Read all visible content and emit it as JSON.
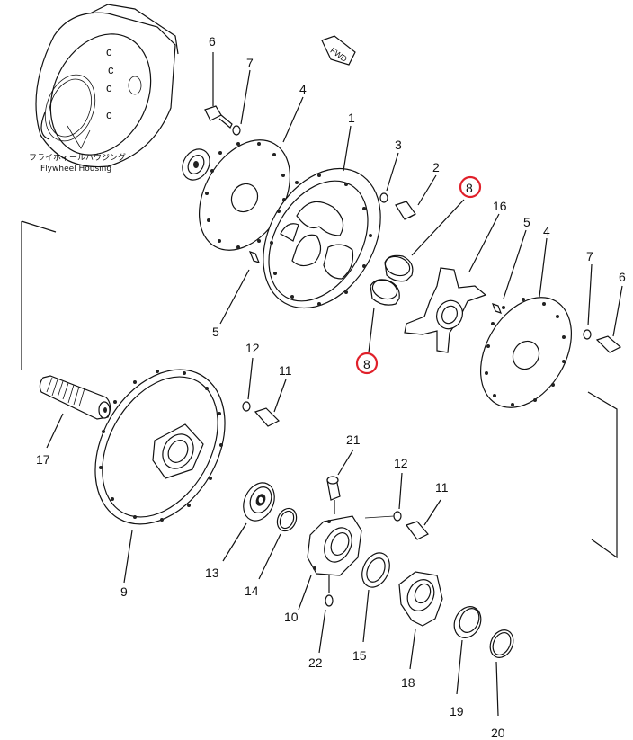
{
  "diagram": {
    "fwd_label": "FWD",
    "housing_label_jp": "フライホィールハウジング",
    "housing_label_en": "Flywheel Housing",
    "part_numbers": {
      "p1": "1",
      "p2": "2",
      "p3": "3",
      "p4a": "4",
      "p4b": "4",
      "p5a": "5",
      "p5b": "5",
      "p6a": "6",
      "p6b": "6",
      "p7a": "7",
      "p7b": "7",
      "p8a": "8",
      "p8b": "8",
      "p9": "9",
      "p10": "10",
      "p11a": "11",
      "p11b": "11",
      "p12a": "12",
      "p12b": "12",
      "p13": "13",
      "p14": "14",
      "p15": "15",
      "p16": "16",
      "p17": "17",
      "p18": "18",
      "p19": "19",
      "p20": "20",
      "p21": "21",
      "p22": "22"
    },
    "highlight_color": "#e0202a"
  }
}
